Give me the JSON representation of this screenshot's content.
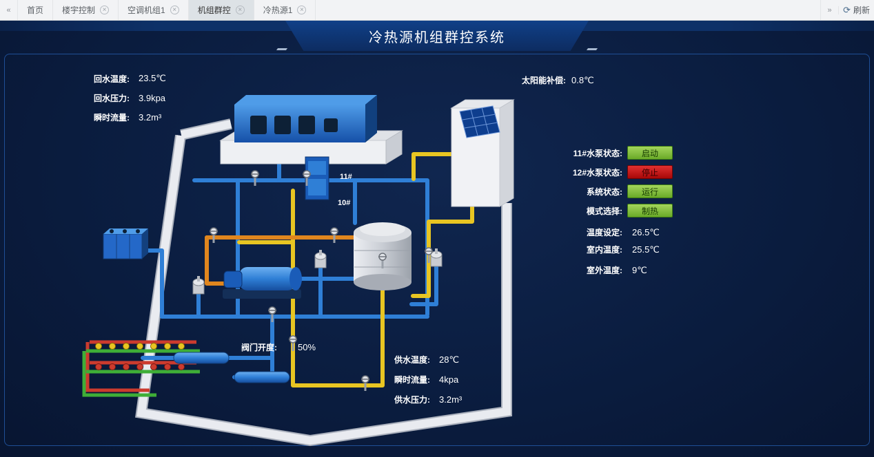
{
  "tabbar": {
    "collapse_icon": "double-chevron-left",
    "expand_icon": "double-chevron-right",
    "refresh": {
      "icon": "refresh-icon",
      "label": "刷新"
    },
    "tabs": [
      {
        "label": "首页",
        "closable": false,
        "active": false
      },
      {
        "label": "楼宇控制",
        "closable": true,
        "active": false
      },
      {
        "label": "空调机组1",
        "closable": true,
        "active": false
      },
      {
        "label": "机组群控",
        "closable": true,
        "active": true
      },
      {
        "label": "冷热源1",
        "closable": true,
        "active": false
      }
    ]
  },
  "banner": {
    "title": "冷热源机组群控系统"
  },
  "metrics": {
    "return_water": [
      {
        "label": "回水温度:",
        "value": "23.5℃"
      },
      {
        "label": "回水压力:",
        "value": "3.9kpa"
      },
      {
        "label": "瞬时流量:",
        "value": "3.2m³"
      }
    ],
    "solar": {
      "label": "太阳能补偿:",
      "value": "0.8℃"
    },
    "valve": {
      "label": "阀门开度:",
      "value": "50%"
    },
    "supply_water": [
      {
        "label": "供水温度:",
        "value": "28℃"
      },
      {
        "label": "瞬时流量:",
        "value": "4kpa"
      },
      {
        "label": "供水压力:",
        "value": "3.2m³"
      }
    ]
  },
  "control_panel": {
    "rows": [
      {
        "label": "11#水泵状态:",
        "button": "启动",
        "state": "green"
      },
      {
        "label": "12#水泵状态:",
        "button": "停止",
        "state": "red"
      },
      {
        "label": "系统状态:",
        "button": "运行",
        "state": "green"
      },
      {
        "label": "模式选择:",
        "button": "制热",
        "state": "green"
      }
    ],
    "readings": [
      {
        "label": "温度设定:",
        "value": "26.5℃"
      },
      {
        "label": "室内温度:",
        "value": "25.5℃"
      },
      {
        "label": "室外温度:",
        "value": "9℃"
      }
    ]
  },
  "diagram": {
    "pump_labels": {
      "p11": "11#",
      "p10": "10#"
    }
  },
  "colors": {
    "bg": "#0b1d40",
    "banner_blue": "#104088",
    "green_button": "#7fbf3f",
    "red_button": "#cc1212",
    "pipe_blue": "#2f7fd6",
    "pipe_yellow": "#e8c522",
    "pipe_orange": "#e0861e",
    "pipe_green": "#3fae37",
    "pipe_red": "#cc3b2e"
  }
}
